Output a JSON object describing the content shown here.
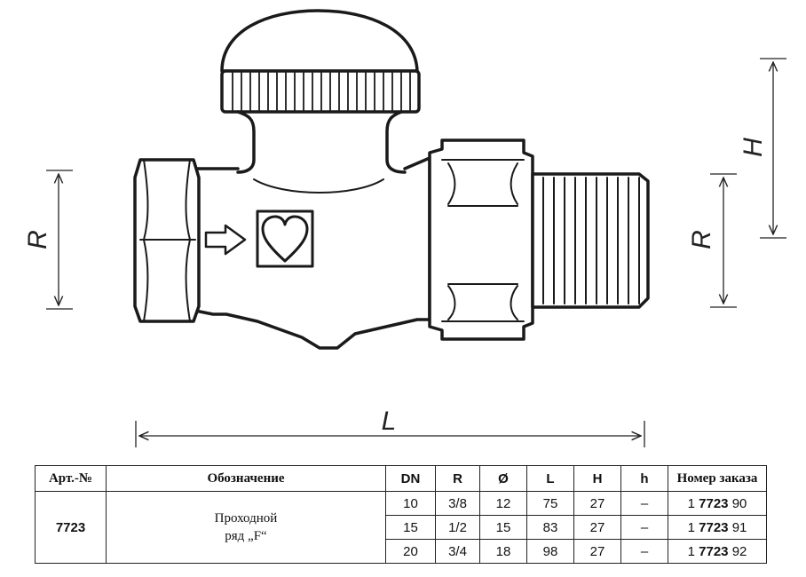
{
  "drawing": {
    "dimensions": {
      "R_left": "R",
      "R_right": "R",
      "H": "H",
      "L": "L"
    }
  },
  "table": {
    "headers": {
      "art": "Арт.-№",
      "designation": "Обозначение",
      "dn": "DN",
      "r": "R",
      "dia": "Ø",
      "l": "L",
      "h_upper": "H",
      "h_lower": "h",
      "order": "Номер заказа"
    },
    "article": "7723",
    "designation_line1": "Проходной",
    "designation_line2": "ряд „F“",
    "rows": [
      {
        "dn": "10",
        "r": "3/8",
        "dia": "12",
        "l": "75",
        "h_upper": "27",
        "h_lower": "–",
        "order_prefix": "1",
        "order_bold": "7723",
        "order_suffix": "90"
      },
      {
        "dn": "15",
        "r": "1/2",
        "dia": "15",
        "l": "83",
        "h_upper": "27",
        "h_lower": "–",
        "order_prefix": "1",
        "order_bold": "7723",
        "order_suffix": "91"
      },
      {
        "dn": "20",
        "r": "3/4",
        "dia": "18",
        "l": "98",
        "h_upper": "27",
        "h_lower": "–",
        "order_prefix": "1",
        "order_bold": "7723",
        "order_suffix": "92"
      }
    ]
  }
}
